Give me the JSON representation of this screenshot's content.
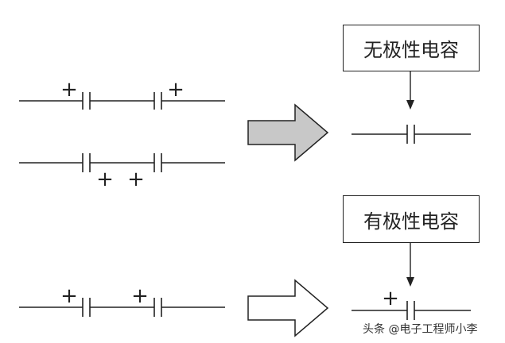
{
  "labels": {
    "nonpolar": "无极性电容",
    "polar": "有极性电容"
  },
  "polarity_sign": "+",
  "watermark": "头条 @电子工程师小李",
  "colors": {
    "line": "#222222",
    "gray_arrow_fill": "#c8c8c8",
    "white_arrow_fill": "#ffffff"
  }
}
